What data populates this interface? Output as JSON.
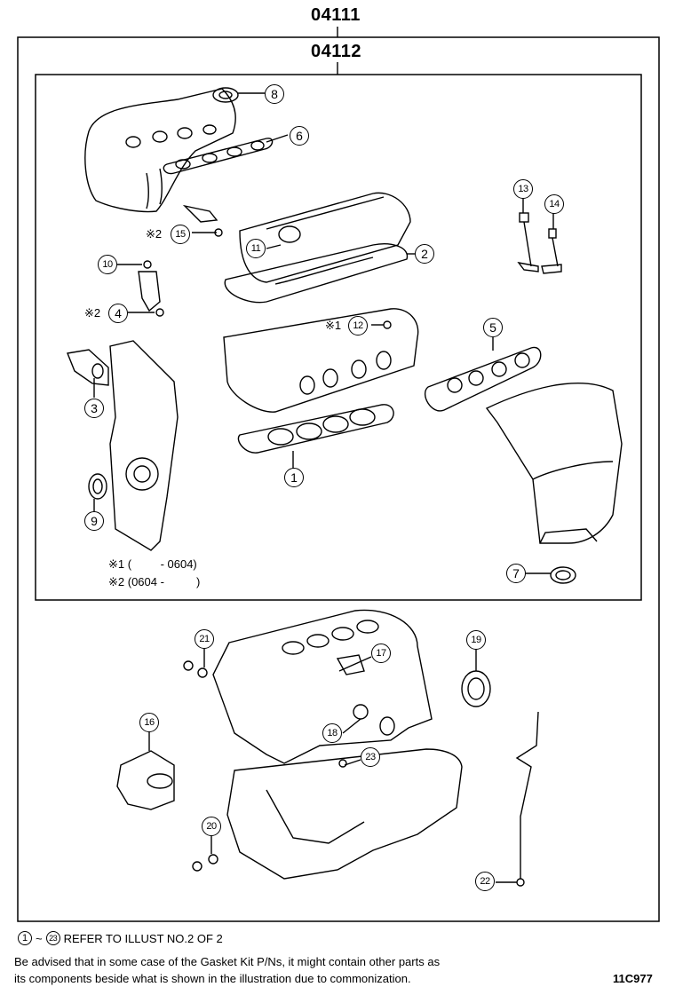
{
  "header": {
    "code_outer": "04111",
    "code_inner": "04112"
  },
  "callouts": {
    "c1": "1",
    "c2": "2",
    "c3": "3",
    "c4": "4",
    "c5": "5",
    "c6": "6",
    "c7": "7",
    "c8": "8",
    "c9": "9",
    "c10": "10",
    "c11": "11",
    "c12": "12",
    "c13": "13",
    "c14": "14",
    "c15": "15",
    "c16": "16",
    "c17": "17",
    "c18": "18",
    "c19": "19",
    "c20": "20",
    "c21": "21",
    "c22": "22",
    "c23": "23"
  },
  "markers": {
    "m15": "※2",
    "m4": "※2",
    "m12": "※1"
  },
  "notes": {
    "note1": "※1 (         - 0604)",
    "note2": "※2 (0604 -          )"
  },
  "footer": {
    "range_start": "1",
    "range_tilde": "~",
    "range_end": "23",
    "refer": "REFER TO ILLUST NO.2 OF 2",
    "advice_line1": "Be advised that in some case of the Gasket Kit P/Ns,  it might contain other parts as",
    "advice_line2": "its components beside what is shown in the illustration due to commonization.",
    "diagram_id": "11C977"
  }
}
